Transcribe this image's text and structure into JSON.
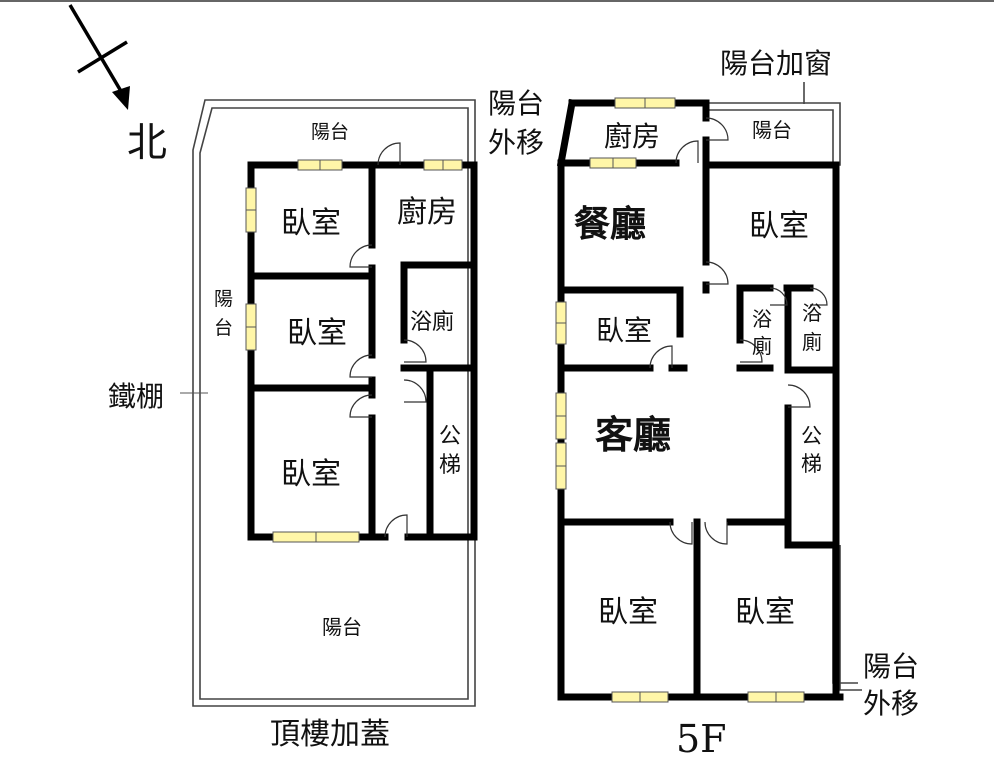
{
  "compass": {
    "north_label": "北"
  },
  "left_plan": {
    "caption": "頂樓加蓋",
    "rooms": {
      "balcony_top": "陽台",
      "kitchen": "廚房",
      "bedroom_1": "臥室",
      "balcony_side": "陽\n台",
      "bedroom_2": "臥室",
      "bathroom": "浴廁",
      "bedroom_3": "臥室",
      "stairs": "公\n梯",
      "balcony_bottom": "陽台",
      "iron_shed": "鐵棚"
    }
  },
  "right_plan": {
    "caption": "5F",
    "notes": {
      "balcony_window": "陽台加窗",
      "balcony_moved_top": "陽台\n外移",
      "balcony_moved_bottom": "陽台\n外移"
    },
    "rooms": {
      "kitchen": "廚房",
      "balcony_top": "陽台",
      "dining": "餐廳",
      "bedroom_ne": "臥室",
      "bedroom_mid": "臥室",
      "bath_1": "浴\n廁",
      "bath_2": "浴\n廁",
      "living": "客廳",
      "stairs": "公\n梯",
      "bedroom_sw": "臥室",
      "bedroom_se": "臥室"
    }
  }
}
